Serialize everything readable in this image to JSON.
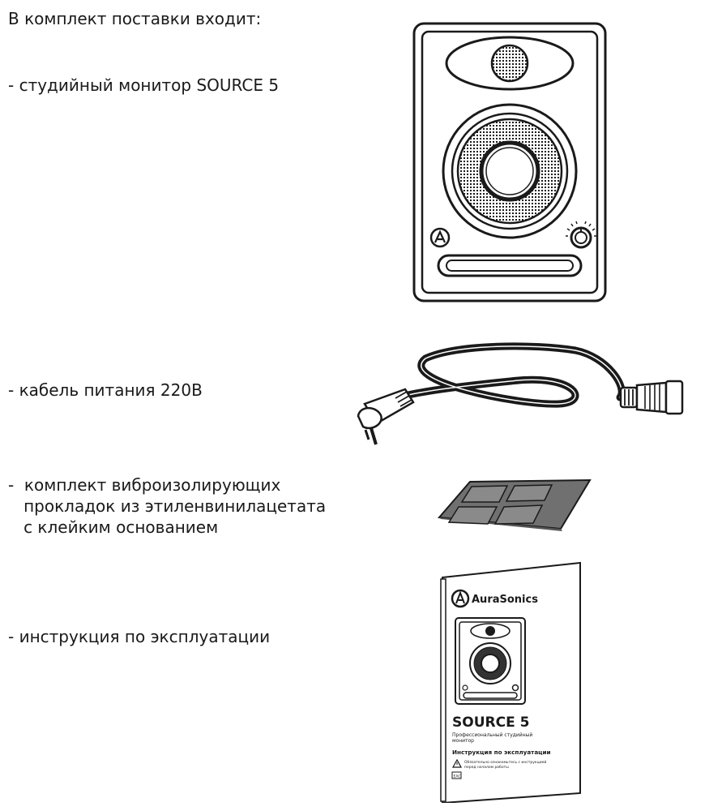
{
  "heading": "В комплект поставки входит:",
  "items": [
    {
      "label": "-  студийный монитор SOURCE 5"
    },
    {
      "label": "-  кабель питания 220В"
    },
    {
      "label_lines": [
        "-  комплект виброизолирующих",
        "   прокладок из этиленвинилацетата",
        "   с клейким основанием"
      ]
    },
    {
      "label": "-  инструкция по эксплуатации"
    }
  ],
  "manual": {
    "brand": "AuraSonics",
    "model": "SOURCE 5",
    "subtitle_lines": [
      "Профессиональный студийный",
      "монитор"
    ],
    "doc_title": "Инструкция по эксплуатации",
    "warning_lines": [
      "Обязательно ознакомьтесь с инструкцией",
      "перед началом работы"
    ],
    "cert_mark": "EAC"
  },
  "colors": {
    "line": "#1a1a1a",
    "pad_fill": "#707070",
    "pad_square": "#8a8a8a"
  },
  "icons": [
    "aurasonics-logo-icon",
    "volume-knob-icon",
    "warning-triangle-icon"
  ]
}
